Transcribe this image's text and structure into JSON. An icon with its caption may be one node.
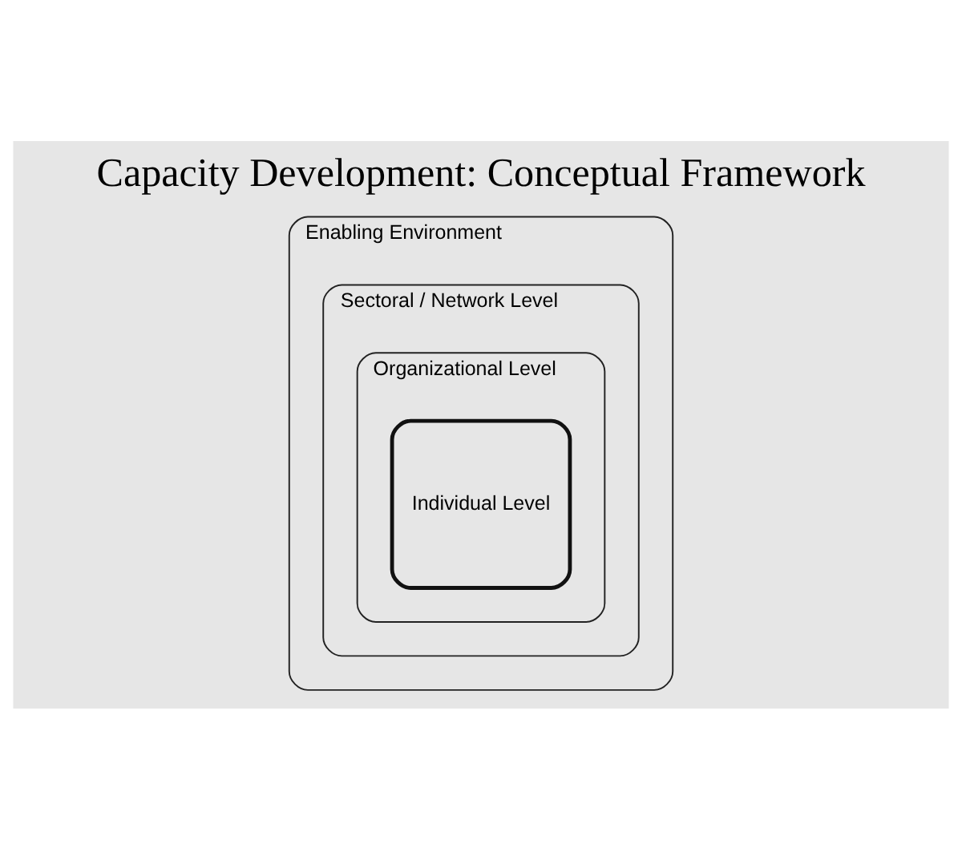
{
  "diagram": {
    "title": "Capacity Development: Conceptual Framework",
    "nodes": [
      {
        "text": [
          "Enabling Environment"
        ]
      },
      {
        "text": [
          "Sectoral / Network Level"
        ],
        "in": 0
      },
      {
        "text": [
          "Organizational Level"
        ],
        "in": 1
      },
      {
        "text": [
          "Individual Level"
        ],
        "in": 2
      }
    ]
  }
}
